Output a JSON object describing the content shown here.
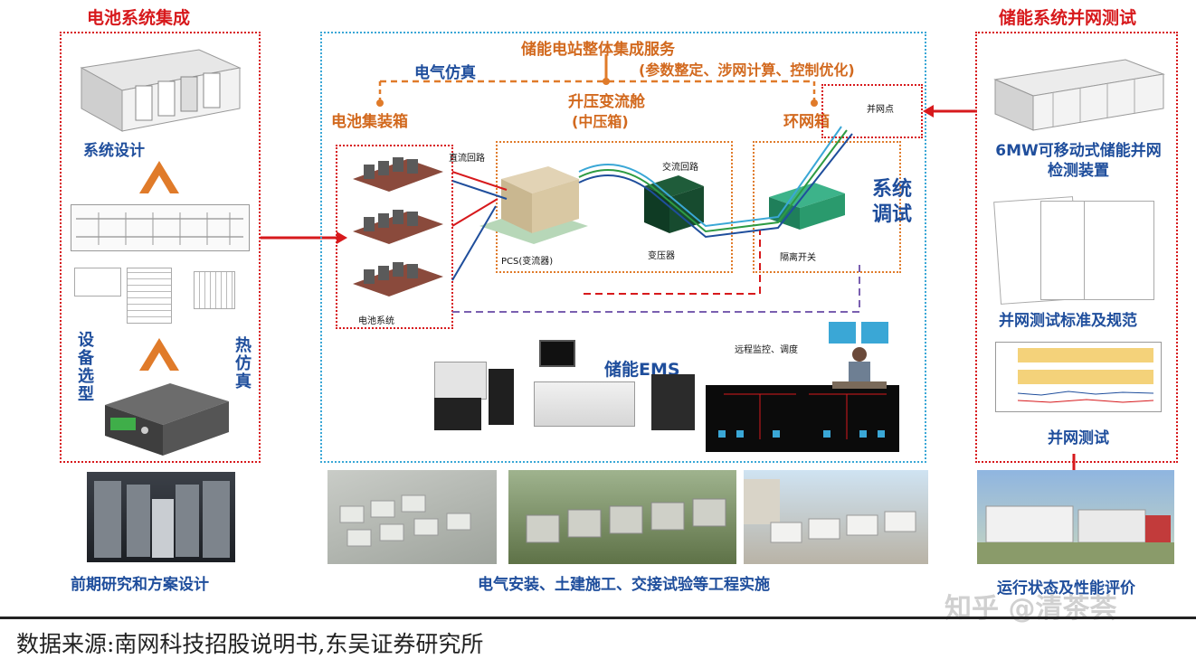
{
  "left_panel": {
    "title": "电池系统集成",
    "label_system_design": "系统设计",
    "label_equipment_selection": "设备选型",
    "label_thermal_sim": "热仿真"
  },
  "left_bottom": {
    "caption": "前期研究和方案设计"
  },
  "center": {
    "top_service": "储能电站整体集成服务",
    "top_service_sub": "(参数整定、涉网计算、控制优化)",
    "electric_sim": "电气仿真",
    "boost_cabin": "升压变流舱",
    "boost_cabin_sub": "(中压箱)",
    "battery_container": "电池集装箱",
    "ring_cabinet": "环网箱",
    "grid_point": "并网点",
    "dc_loop": "直流回路",
    "ac_loop": "交流回路",
    "pcs": "PCS(变流器)",
    "transformer": "变压器",
    "isolation_switch": "隔离开关",
    "battery_system": "电池系统",
    "system_debug": "系统调试",
    "ems": "储能EMS",
    "remote_monitor": "远程监控、调度"
  },
  "center_bottom": {
    "caption": "电气安装、土建施工、交接试验等工程实施"
  },
  "right_panel": {
    "title": "储能系统并网测试",
    "label_mobile_device": "6MW可移动式储能并网检测装置",
    "label_standards": "并网测试标准及规范",
    "label_grid_test": "并网测试"
  },
  "right_bottom": {
    "caption": "运行状态及性能评价"
  },
  "watermark": "知乎 @清茶荟",
  "footer": {
    "source": "数据来源:南网科技招股说明书,东吴证券研究所"
  },
  "colors": {
    "red": "#d7191c",
    "orange": "#e07b2a",
    "cyan": "#3aa7d6",
    "blue": "#1f4e9c"
  }
}
